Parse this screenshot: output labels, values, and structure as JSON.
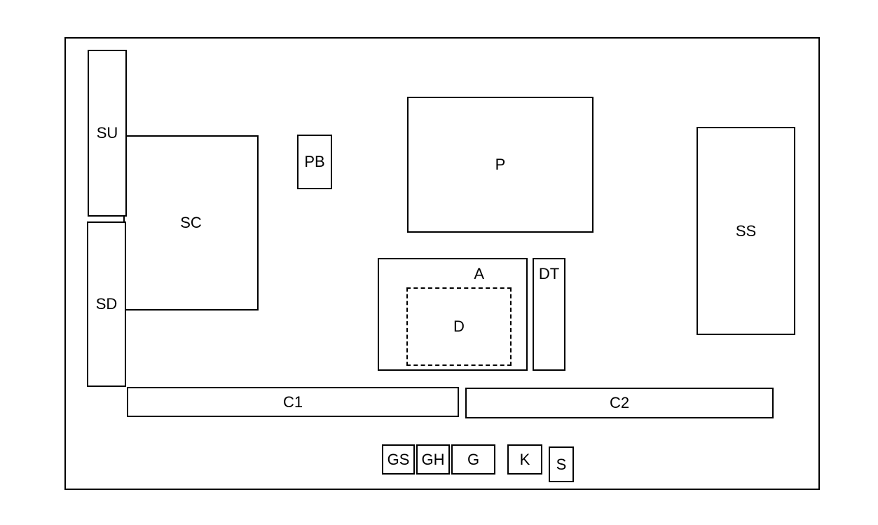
{
  "blocks": {
    "su": "SU",
    "sd": "SD",
    "sc": "SC",
    "pb": "PB",
    "p": "P",
    "ss": "SS",
    "a": "A",
    "d": "D",
    "dt": "DT",
    "c1": "C1",
    "c2": "C2",
    "gs": "GS",
    "gh": "GH",
    "g": "G",
    "k": "K",
    "s": "S"
  },
  "colors": {
    "line": "#000000",
    "background": "#ffffff"
  }
}
